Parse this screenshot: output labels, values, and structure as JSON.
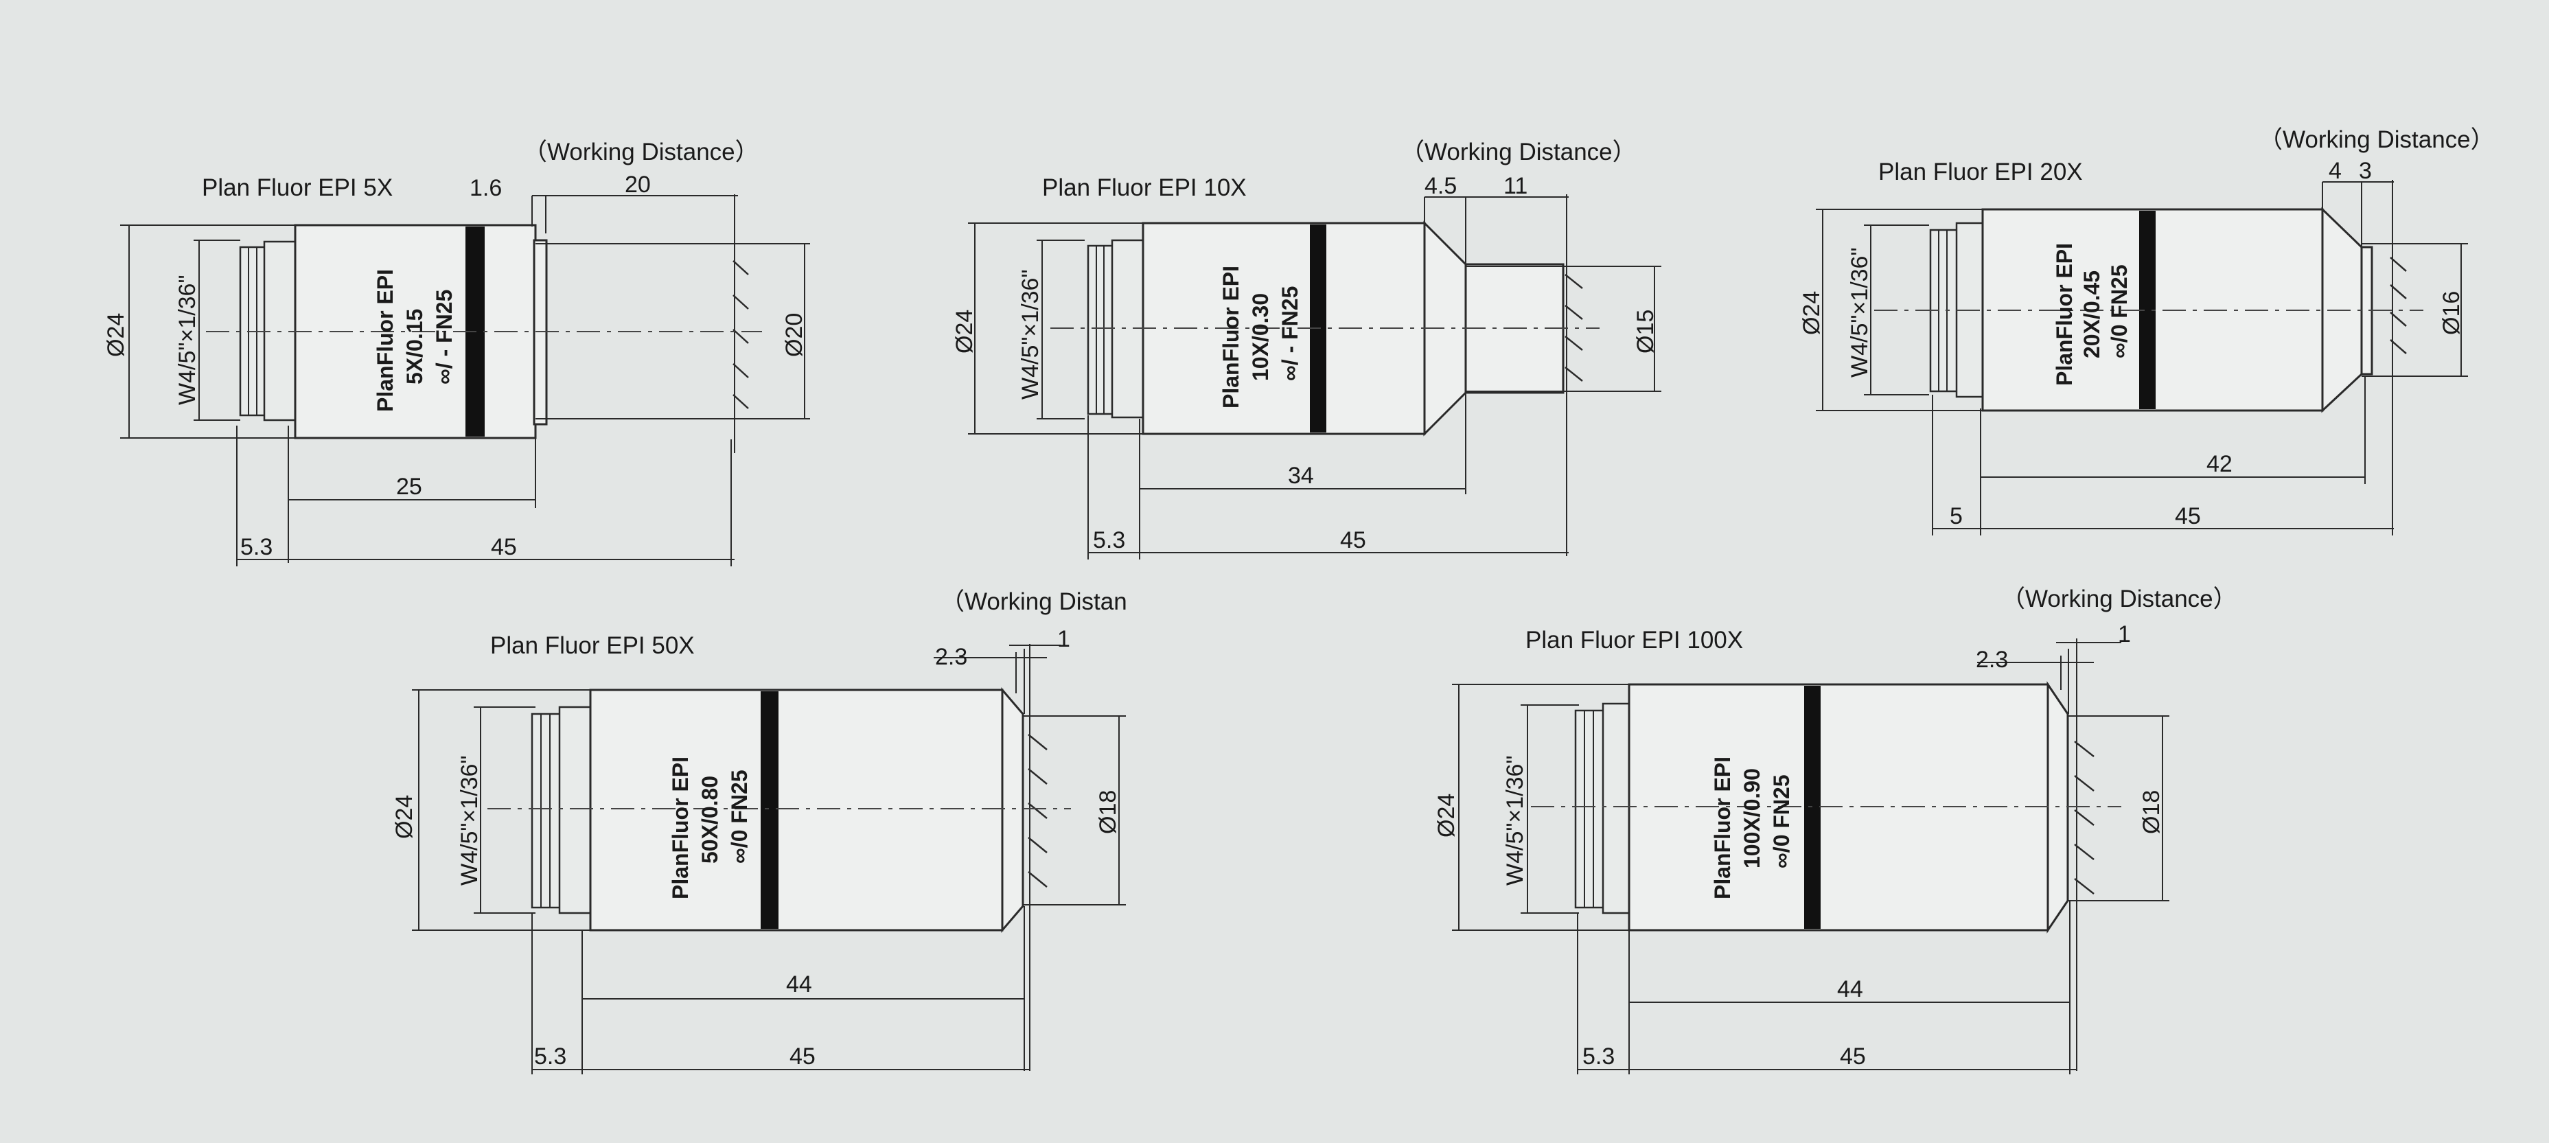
{
  "drawings": [
    {
      "title": "Plan Fluor EPI 5X",
      "working_distance_label": "（Working Distance）",
      "barrel_label": [
        "PlanFluor EPI",
        "5X/0.15",
        "∞/ - FN25"
      ],
      "thread": "W4/5\"×1/36\"",
      "diameter_left": "Ø24",
      "diameter_right": "Ø20",
      "dims": {
        "d1": "1.6",
        "d2": "20",
        "d3": "25",
        "d4": "5.3",
        "d5": "45"
      }
    },
    {
      "title": "Plan Fluor EPI 10X",
      "working_distance_label": "（Working Distance）",
      "barrel_label": [
        "PlanFluor EPI",
        "10X/0.30",
        "∞/ - FN25"
      ],
      "thread": "W4/5\"×1/36\"",
      "diameter_left": "Ø24",
      "diameter_right": "Ø15",
      "dims": {
        "d1": "4.5",
        "d2": "11",
        "d3": "34",
        "d4": "5.3",
        "d5": "45"
      }
    },
    {
      "title": "Plan Fluor EPI 20X",
      "working_distance_label": "（Working Distance）",
      "barrel_label": [
        "PlanFluor EPI",
        "20X/0.45",
        "∞/0  FN25"
      ],
      "thread": "W4/5\"×1/36\"",
      "diameter_left": "Ø24",
      "diameter_right": "Ø16",
      "dims": {
        "d1": "4",
        "d2": "3",
        "d3": "42",
        "d4": "5",
        "d5": "45"
      }
    },
    {
      "title": "Plan Fluor EPI 50X",
      "working_distance_label": "（Working Distan",
      "barrel_label": [
        "PlanFluor EPI",
        "50X/0.80",
        "∞/0  FN25"
      ],
      "thread": "W4/5\"×1/36\"",
      "diameter_left": "Ø24",
      "diameter_right": "Ø18",
      "dims": {
        "d1": "2.3",
        "d2": "1",
        "d3": "44",
        "d4": "5.3",
        "d5": "45"
      }
    },
    {
      "title": "Plan Fluor EPI 100X",
      "working_distance_label": "（Working Distance）",
      "barrel_label": [
        "PlanFluor EPI",
        "100X/0.90",
        "∞/0  FN25"
      ],
      "thread": "W4/5\"×1/36\"",
      "diameter_left": "Ø24",
      "diameter_right": "Ø18",
      "dims": {
        "d1": "2.3",
        "d2": "1",
        "d3": "44",
        "d4": "5.3",
        "d5": "45"
      }
    }
  ]
}
